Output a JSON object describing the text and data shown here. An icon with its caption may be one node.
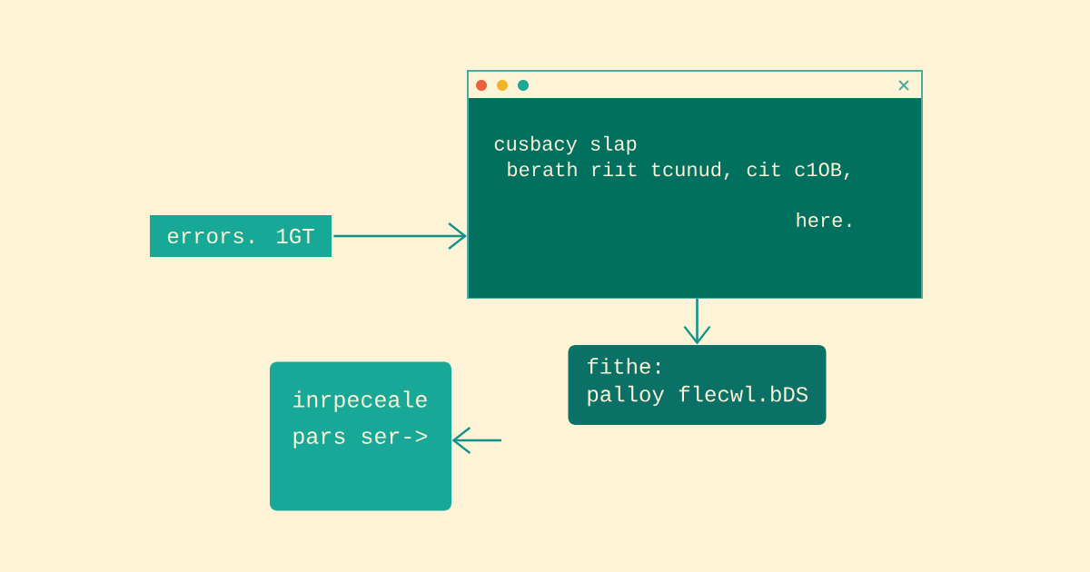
{
  "diagram": {
    "nodes": [
      {
        "text": [
          "errors. 1GT"
        ]
      },
      {
        "text": [
          "cusbacy slap",
          "berath riıt tcunud, cit c1OB,",
          "here."
        ]
      },
      {
        "text": [
          "fithe:",
          "palloy flecwl.bDS"
        ]
      },
      {
        "text": [
          "inrpeceale",
          "pars ser->"
        ]
      }
    ],
    "edges": [
      {
        "from": 0,
        "to": 1,
        "arrow": "to"
      },
      {
        "from": 1,
        "to": 2,
        "arrow": "to"
      },
      {
        "from": null,
        "to": 3,
        "arrow": "to"
      }
    ]
  }
}
